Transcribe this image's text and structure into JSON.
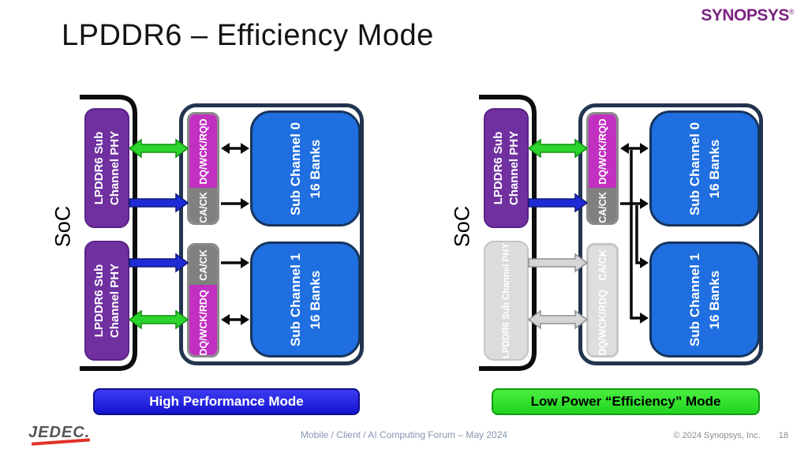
{
  "title": "LPDDR6 – Efficiency Mode",
  "header": {
    "synopsys_logo": "SYNOPSYS",
    "reg_mark": "®"
  },
  "left_diagram": {
    "soc_label": "SoC",
    "phy_top_line1": "LPDDR6 Sub",
    "phy_top_line2": "Channel PHY",
    "phy_bottom_line1": "LPDDR6 Sub",
    "phy_bottom_line2": "Channel PHY",
    "conn_top_dq": "DQ/WCK/RQD",
    "conn_top_ca": "CA/CK",
    "conn_bottom_ca": "CA/CK",
    "conn_bottom_dq": "DQ/WCK/RDQ",
    "subch0_line1": "Sub Channel 0",
    "subch0_line2": "16 Banks",
    "subch1_line1": "Sub Channel 1",
    "subch1_line2": "16 Banks",
    "banner": "High Performance Mode"
  },
  "right_diagram": {
    "soc_label": "SoC",
    "phy_top_line1": "LPDDR6 Sub",
    "phy_top_line2": "Channel PHY",
    "phy_bottom_disabled": "LPDDR6 Sub Channel PHY",
    "conn_top_dq": "DQ/WCK/RQD",
    "conn_top_ca": "CA/CK",
    "conn_bottom_ca": "CA/CK",
    "conn_bottom_dq": "DQ/WCK/RDQ",
    "subch0_line1": "Sub Channel 0",
    "subch0_line2": "16 Banks",
    "subch1_line1": "Sub Channel 1",
    "subch1_line2": "16 Banks",
    "banner": "Low Power “Efficiency” Mode"
  },
  "footer": {
    "jedec_logo": "JEDEC.",
    "center": "Mobile / Client / AI Computing Forum – May 2024",
    "copyright": "© 2024 Synopsys, Inc.",
    "page_number": "18"
  },
  "colors": {
    "soc_phy_purple": "#7030A0",
    "dq_magenta": "#C130C1",
    "ca_gray": "#808080",
    "subchannel_blue": "#1F6FE0",
    "dram_border_navy": "#223550",
    "arrow_green": "#2DD42D",
    "arrow_blue": "#1F2BD6",
    "arrow_gray": "#D6D6D6",
    "disabled_gray": "#DCDCDC",
    "banner_blue": "#2121D8",
    "banner_green": "#2EE62E",
    "synopsys_purple": "#7A2282",
    "jedec_red": "#E23128"
  }
}
